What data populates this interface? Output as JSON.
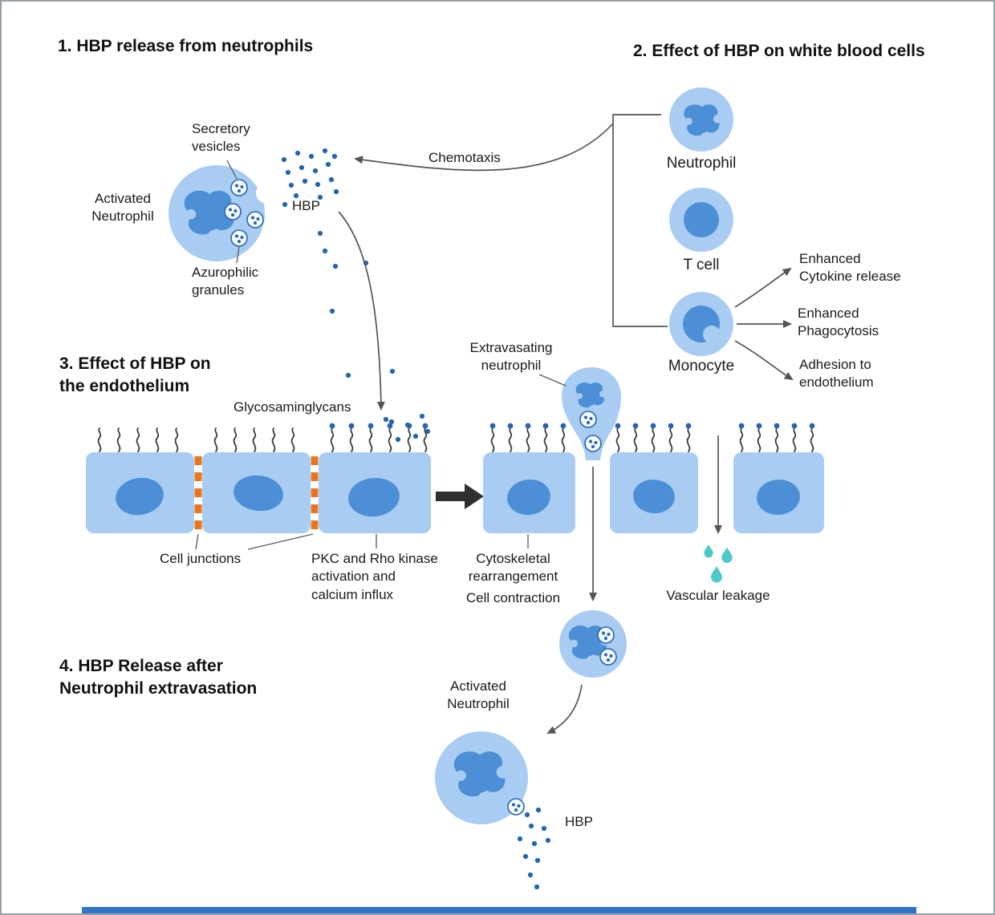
{
  "colors": {
    "cell_body": "#A9CCF2",
    "nucleus": "#4D8FD6",
    "hbp_dot": "#2565B0",
    "cell_junction": "#E8761E",
    "vascular_leakage": "#4EC9C9",
    "arrow": "#555555",
    "text": "#1A1A1A",
    "footer_bar": "#2E75C8"
  },
  "section1": {
    "title": "1. HBP release from neutrophils",
    "secretory_vesicles": "Secretory\nvesicles",
    "activated_neutrophil": "Activated\nNeutrophil",
    "azurophilic_granules": "Azurophilic\ngranules",
    "hbp": "HBP",
    "chemotaxis": "Chemotaxis"
  },
  "section2": {
    "title": "2. Effect of HBP on white blood cells",
    "cells": [
      {
        "label": "Neutrophil"
      },
      {
        "label": "T cell"
      },
      {
        "label": "Monocyte"
      }
    ],
    "monocyte_effects": [
      {
        "label": "Enhanced\nCytokine release"
      },
      {
        "label": "Enhanced\nPhagocytosis"
      },
      {
        "label": "Adhesion to\nendothelium"
      }
    ]
  },
  "section3": {
    "title": "3. Effect of HBP on\nthe endothelium",
    "glycosaminglycans": "Glycosaminglycans",
    "cell_junctions": "Cell junctions",
    "pkc": "PKC and Rho kinase\nactivation and\ncalcium influx",
    "extravasating_neutrophil": "Extravasating\nneutrophil",
    "cytoskeletal": "Cytoskeletal\nrearrangement",
    "cell_contraction": "Cell contraction",
    "vascular_leakage": "Vascular leakage"
  },
  "section4": {
    "title": "4. HBP Release after\nNeutrophil extravasation",
    "activated_neutrophil": "Activated\nNeutrophil",
    "hbp": "HBP"
  }
}
